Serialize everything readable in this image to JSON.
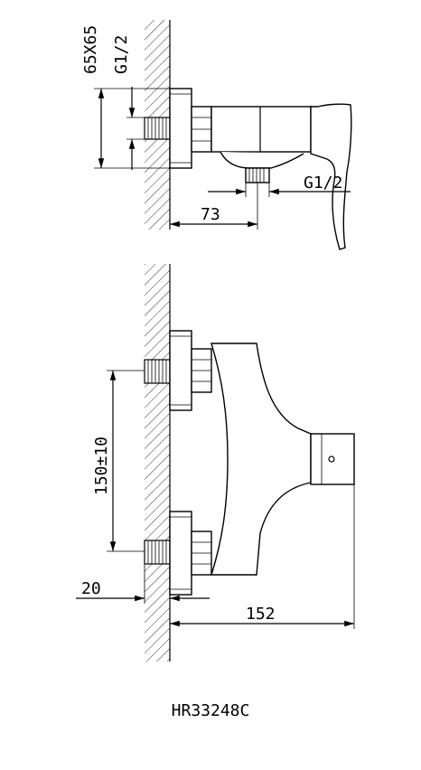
{
  "side_view": {
    "flange_size": "65X65",
    "inlet_thread": "G1/2",
    "outlet_thread": "G1/2",
    "outlet_distance": "73"
  },
  "front_view": {
    "inlet_spacing": "150±10",
    "wall_offset": "20",
    "total_depth": "152"
  },
  "model_code": "HR33248C",
  "colors": {
    "line": "#000000",
    "background": "#ffffff"
  }
}
